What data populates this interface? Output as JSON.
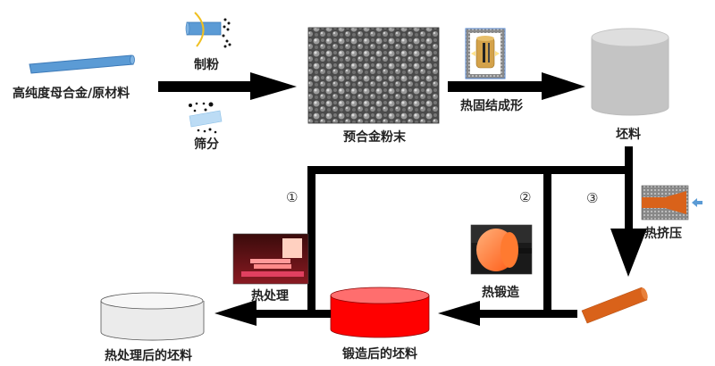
{
  "diagram": {
    "nodes": {
      "raw_material": "高纯度母合金/原材料",
      "powder": "预合金粉末",
      "billet": "坯料",
      "forged_billet": "锻造后的坯料",
      "heat_treated_billet": "热处理后的坯料"
    },
    "processes": {
      "milling": "制粉",
      "sieving": "筛分",
      "hip": "热固结成形",
      "hot_extrusion": "热挤压",
      "hot_forging": "热锻造",
      "heat_treatment": "热处理"
    },
    "route_numbers": [
      "①",
      "②",
      "③"
    ],
    "colors": {
      "rod_blue": "#5b9bd5",
      "billet_gray": "#c8c8c8",
      "forged_red": "#ff0000",
      "extruded_orange": "#d9621a",
      "heat_treated_white": "#e8e8e8",
      "arrow_black": "#000000"
    }
  }
}
